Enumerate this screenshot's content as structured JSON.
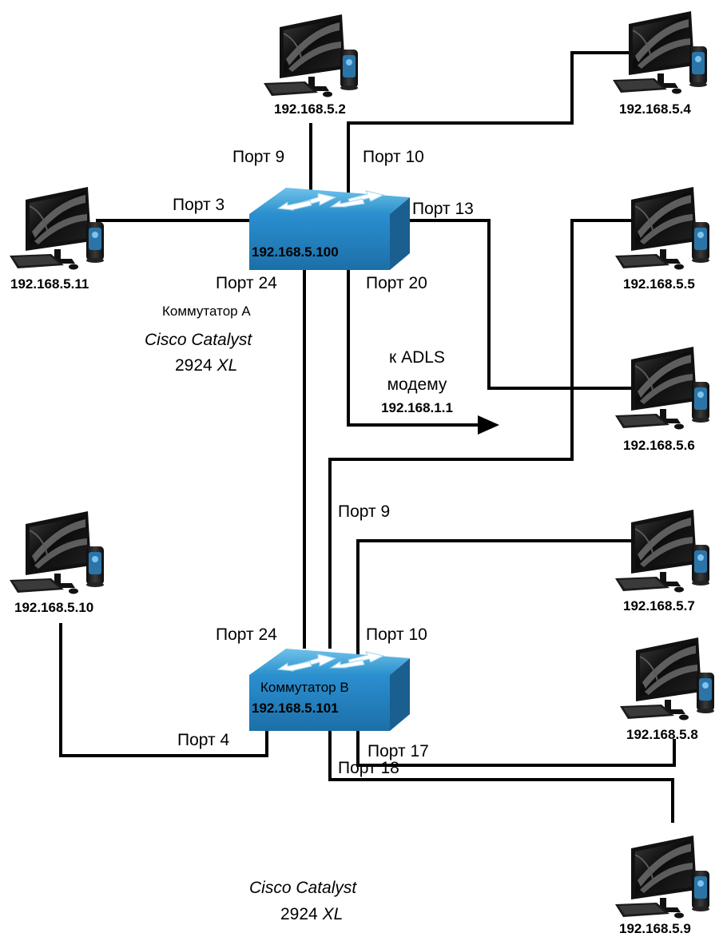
{
  "switches": {
    "a": {
      "ip": "192.168.5.100",
      "caption": "Коммутатор А",
      "model_name": "Cisco Catalyst",
      "model_num": "2924",
      "model_suffix": "XL"
    },
    "b": {
      "ip": "192.168.5.101",
      "caption": "Коммутатор В",
      "model_name": "Cisco Catalyst",
      "model_num": "2924",
      "model_suffix": "XL"
    }
  },
  "computers": [
    {
      "ip": "192.168.5.2"
    },
    {
      "ip": "192.168.5.4"
    },
    {
      "ip": "192.168.5.11"
    },
    {
      "ip": "192.168.5.5"
    },
    {
      "ip": "192.168.5.6"
    },
    {
      "ip": "192.168.5.10"
    },
    {
      "ip": "192.168.5.7"
    },
    {
      "ip": "192.168.5.8"
    },
    {
      "ip": "192.168.5.9"
    }
  ],
  "ports": {
    "a_port9": "Порт 9",
    "a_port10": "Порт 10",
    "a_port3": "Порт 3",
    "a_port13": "Порт 13",
    "a_port24": "Порт 24",
    "a_port20": "Порт 20",
    "b_port9": "Порт 9",
    "b_port24": "Порт 24",
    "b_port10": "Порт 10",
    "b_port17": "Порт 17",
    "b_port4": "Порт 4",
    "b_port18": "Порт 18"
  },
  "modem": {
    "line1": "к ADLS",
    "line2": "модему",
    "ip": "192.168.1.1"
  }
}
